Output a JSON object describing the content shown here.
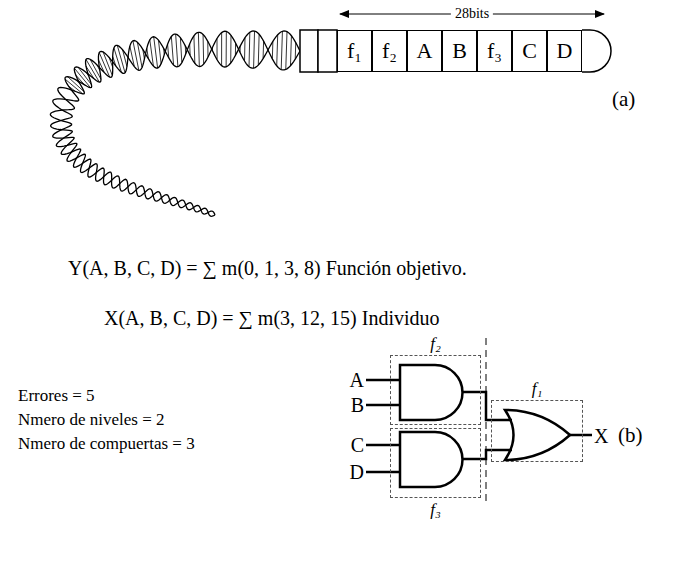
{
  "diagram": {
    "nodes": [
      {
        "text": [
          "f₁"
        ]
      },
      {
        "text": [
          "f₂"
        ]
      },
      {
        "text": [
          "A"
        ]
      },
      {
        "text": [
          "B"
        ]
      },
      {
        "text": [
          "f₃"
        ]
      },
      {
        "text": [
          "C"
        ]
      },
      {
        "text": [
          "D"
        ]
      },
      {
        "text": [
          "f₂"
        ]
      },
      {
        "text": [
          "f₃"
        ]
      },
      {
        "text": [
          "f₁"
        ]
      }
    ],
    "edges": [
      {
        "from": 7,
        "to": 9,
        "arrow": "none"
      },
      {
        "from": 8,
        "to": 9,
        "arrow": "none"
      }
    ],
    "labels": [
      "28bits",
      "(a)",
      "Y(A, B, C, D) = ∑ m(0, 1, 3, 8) Función objetivo.",
      "X(A, B, C, D) = ∑ m(3, 12, 15) Individuo",
      "Errores = 5",
      "Nmero de niveles = 2",
      "Nmero de compuertas = 3",
      "A",
      "B",
      "C",
      "D",
      "X",
      "(b)"
    ]
  }
}
